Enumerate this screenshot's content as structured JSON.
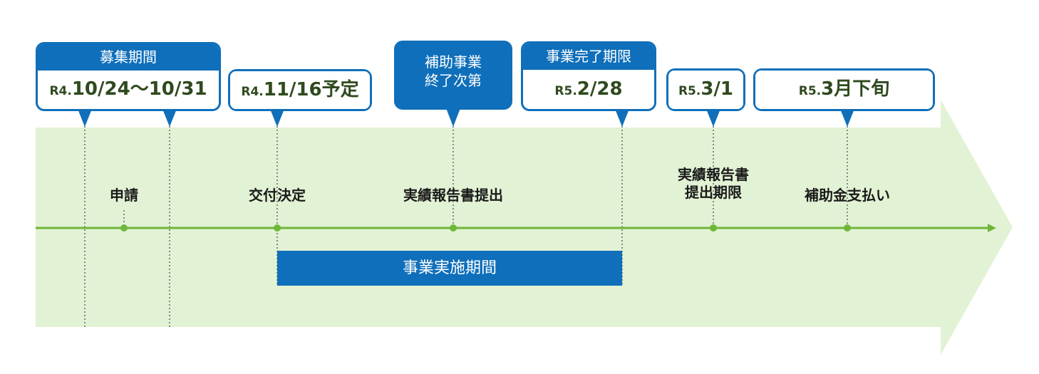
{
  "boxes": {
    "recruitment": {
      "header": "募集期間",
      "era": "R4.",
      "date": "10/24～10/31"
    },
    "grant_decision": {
      "era": "R4.",
      "date": "11/16予定"
    },
    "project_end": {
      "line1": "補助事業",
      "line2": "終了次第"
    },
    "completion_deadline": {
      "header": "事業完了期限",
      "era": "R5.",
      "date": "2/28"
    },
    "report_deadline_date": {
      "era": "R5.",
      "date": "3/1"
    },
    "payment_date": {
      "era": "R5.",
      "date": "3月下旬"
    }
  },
  "events": {
    "application": "申請",
    "grant_decision": "交付決定",
    "report_submission": "実績報告書提出",
    "report_deadline_line1": "実績報告書",
    "report_deadline_line2": "提出期限",
    "payment": "補助金支払い"
  },
  "period_bar": {
    "label": "事業実施期間"
  },
  "colors": {
    "arrow_fill": "#e2f2d4",
    "timeline": "#6fb73a",
    "accent_blue": "#0f6fba",
    "date_text": "#2f4a1f"
  }
}
